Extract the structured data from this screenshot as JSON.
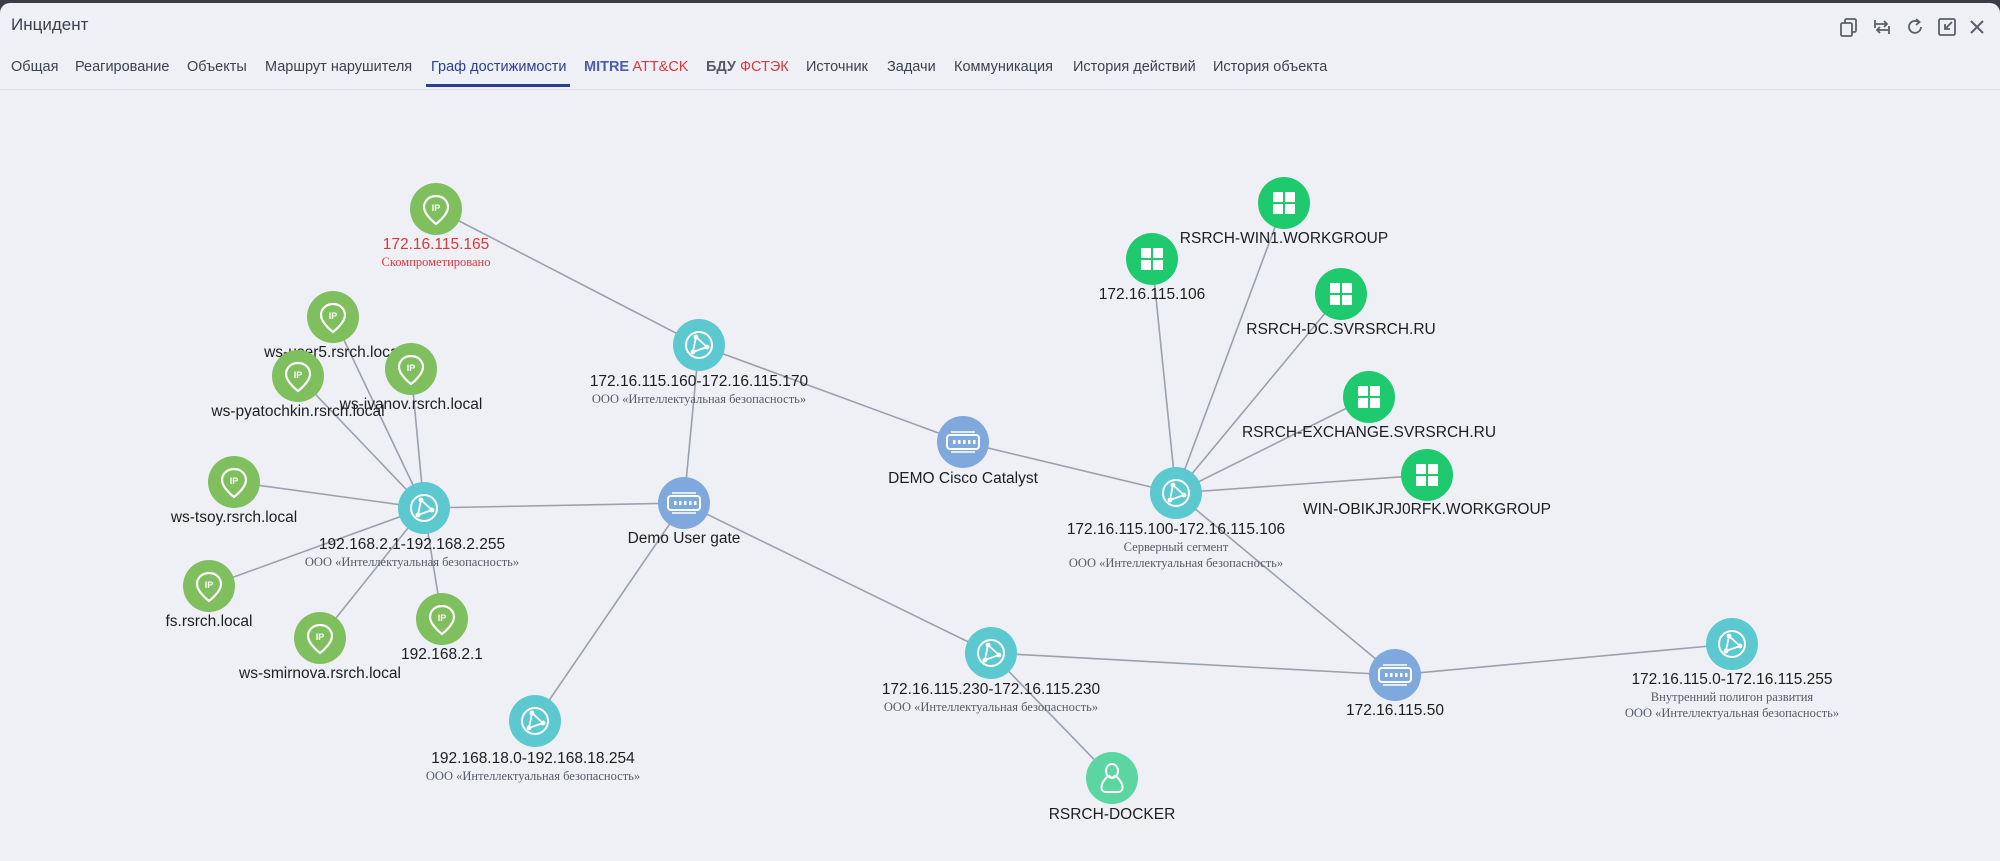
{
  "window": {
    "title": "Инцидент",
    "controls": [
      "copy-icon",
      "swap-icon",
      "refresh-icon",
      "collapse-icon",
      "close-icon"
    ]
  },
  "tabs": [
    {
      "label": "Общая"
    },
    {
      "label": "Реагирование"
    },
    {
      "label": "Объекты"
    },
    {
      "label": "Маршрут нарушителя"
    },
    {
      "label": "Граф достижимости",
      "active": true
    },
    {
      "label_a": "MITRE",
      "label_b": "ATT&CK"
    },
    {
      "label_a": "БДУ",
      "label_b": "ФСТЭК"
    },
    {
      "label": "Источник"
    },
    {
      "label": "Задачи"
    },
    {
      "label": "Коммуникация"
    },
    {
      "label": "История действий"
    },
    {
      "label": "История объекта"
    }
  ],
  "colors": {
    "ip_node": "#7fbf5e",
    "windows_node": "#1fc96e",
    "subnet_node": "#5cc8cf",
    "switch_node": "#7fa8dd",
    "linux_node": "#5bd6a0",
    "edge": "#9aa0ad",
    "compromised": "#d9383f",
    "accent": "#2a3f94"
  },
  "graph": {
    "nodes": {
      "ip_165": {
        "type": "ip",
        "label": "172.16.115.165",
        "sub": "Скомпрометировано",
        "compromised": true
      },
      "ws_user5": {
        "type": "ip",
        "label": "ws-user5.rsrch.local"
      },
      "ws_ivanov": {
        "type": "ip",
        "label": "ws-ivanov.rsrch.local"
      },
      "ws_pyatochkin": {
        "type": "ip",
        "label": "ws-pyatochkin.rsrch.local"
      },
      "ws_tsoy": {
        "type": "ip",
        "label": "ws-tsoy.rsrch.local"
      },
      "fs": {
        "type": "ip",
        "label": "fs.rsrch.local"
      },
      "ws_smirnova": {
        "type": "ip",
        "label": "ws-smirnova.rsrch.local"
      },
      "ip_2_1": {
        "type": "ip",
        "label": "192.168.2.1"
      },
      "subnet_2": {
        "type": "subnet",
        "label": "192.168.2.1-192.168.2.255",
        "sub": "ООО «Интеллектуальная безопасность»"
      },
      "demo_gate": {
        "type": "switch",
        "label": "Demo User gate"
      },
      "subnet_160": {
        "type": "subnet",
        "label": "172.16.115.160-172.16.115.170",
        "sub": "ООО «Интеллектуальная безопасность»"
      },
      "subnet_18": {
        "type": "subnet",
        "label": "192.168.18.0-192.168.18.254",
        "sub": "ООО «Интеллектуальная безопасность»"
      },
      "catalyst": {
        "type": "switch",
        "label": "DEMO Cisco Catalyst"
      },
      "subnet_100": {
        "type": "subnet",
        "label": "172.16.115.100-172.16.115.106",
        "sub": "Серверный сегмент",
        "sub2": "ООО «Интеллектуальная безопасность»"
      },
      "win_106": {
        "type": "windows",
        "label": "172.16.115.106"
      },
      "win1": {
        "type": "windows",
        "label": "RSRCH-WIN1.WORKGROUP"
      },
      "dc": {
        "type": "windows",
        "label": "RSRCH-DC.SVRSRCH.RU"
      },
      "exchange": {
        "type": "windows",
        "label": "RSRCH-EXCHANGE.SVRSRCH.RU"
      },
      "obik": {
        "type": "windows",
        "label": "WIN-OBIKJRJ0RFK.WORKGROUP"
      },
      "subnet_230": {
        "type": "subnet",
        "label": "172.16.115.230-172.16.115.230",
        "sub": "ООО «Интеллектуальная безопасность»"
      },
      "docker": {
        "type": "linux",
        "label": "RSRCH-DOCKER"
      },
      "sw_50": {
        "type": "switch",
        "label": "172.16.115.50"
      },
      "subnet_0": {
        "type": "subnet",
        "label": "172.16.115.0-172.16.115.255",
        "sub": "Внутренний полигон развития",
        "sub2": "ООО «Интеллектуальная безопасность»"
      }
    },
    "edges": [
      [
        "ip_165",
        "subnet_160"
      ],
      [
        "subnet_160",
        "catalyst"
      ],
      [
        "subnet_160",
        "demo_gate"
      ],
      [
        "catalyst",
        "subnet_100"
      ],
      [
        "subnet_100",
        "win_106"
      ],
      [
        "subnet_100",
        "win1"
      ],
      [
        "subnet_100",
        "dc"
      ],
      [
        "subnet_100",
        "exchange"
      ],
      [
        "subnet_100",
        "obik"
      ],
      [
        "subnet_100",
        "sw_50"
      ],
      [
        "demo_gate",
        "subnet_2"
      ],
      [
        "demo_gate",
        "subnet_18"
      ],
      [
        "demo_gate",
        "subnet_230"
      ],
      [
        "subnet_230",
        "sw_50"
      ],
      [
        "subnet_230",
        "docker"
      ],
      [
        "sw_50",
        "subnet_0"
      ],
      [
        "subnet_2",
        "ws_user5"
      ],
      [
        "subnet_2",
        "ws_ivanov"
      ],
      [
        "subnet_2",
        "ws_pyatochkin"
      ],
      [
        "subnet_2",
        "ws_tsoy"
      ],
      [
        "subnet_2",
        "fs"
      ],
      [
        "subnet_2",
        "ws_smirnova"
      ],
      [
        "subnet_2",
        "ip_2_1"
      ]
    ]
  }
}
